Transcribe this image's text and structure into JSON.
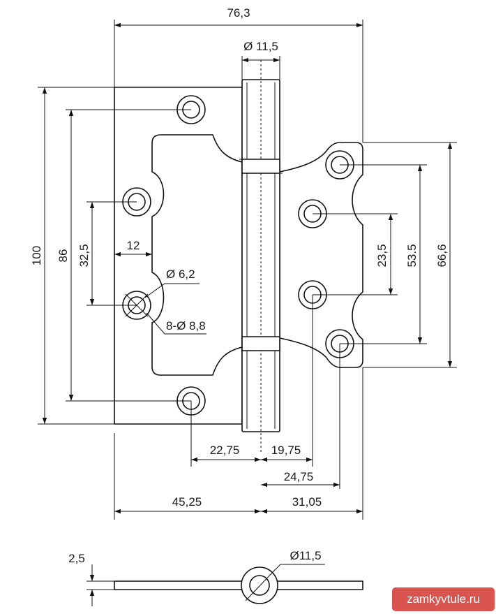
{
  "dimensions": {
    "total_width": "76,3",
    "knuckle_diameter": "Ø 11,5",
    "height_left": "100",
    "hole_span_left": "86",
    "hole_span_left_mid": "32,5",
    "edge_to_hole": "12",
    "pin_hole": "Ø 6,2",
    "screw_holes": "8-Ø 8,8",
    "span_right_inner": "23,5",
    "span_right_mid": "53.5",
    "height_right": "66,6",
    "offset_left_hole": "22,75",
    "offset_right_inner": "19,75",
    "offset_right_outer": "24,75",
    "leaf_left_width": "45,25",
    "leaf_right_width": "31,05",
    "thickness": "2,5",
    "side_knuckle_diameter": "Ø11,5"
  },
  "watermark": "zamkyvtule.ru",
  "colors": {
    "line": "#111111",
    "watermark_bg": "#d9534f",
    "watermark_text": "#ffffff"
  }
}
